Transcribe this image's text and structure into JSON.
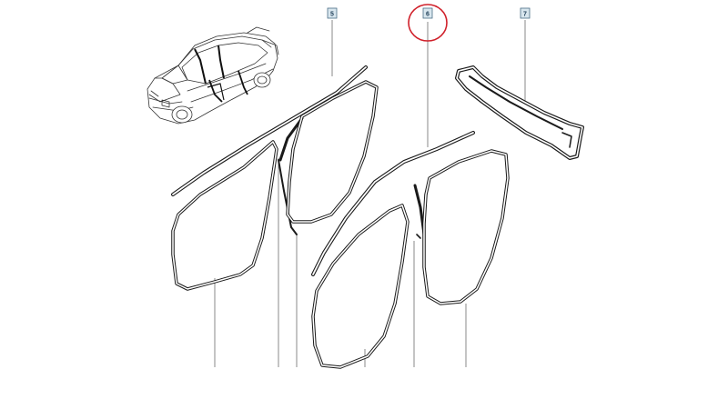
{
  "diagram": {
    "callouts": [
      {
        "id": "callout-5",
        "label": "5"
      },
      {
        "id": "callout-6",
        "label": "6"
      },
      {
        "id": "callout-7",
        "label": "7"
      }
    ],
    "highlight_color": "#d0202a",
    "callout_fill": "#d8e6ee",
    "callout_border": "#4a6e86"
  }
}
